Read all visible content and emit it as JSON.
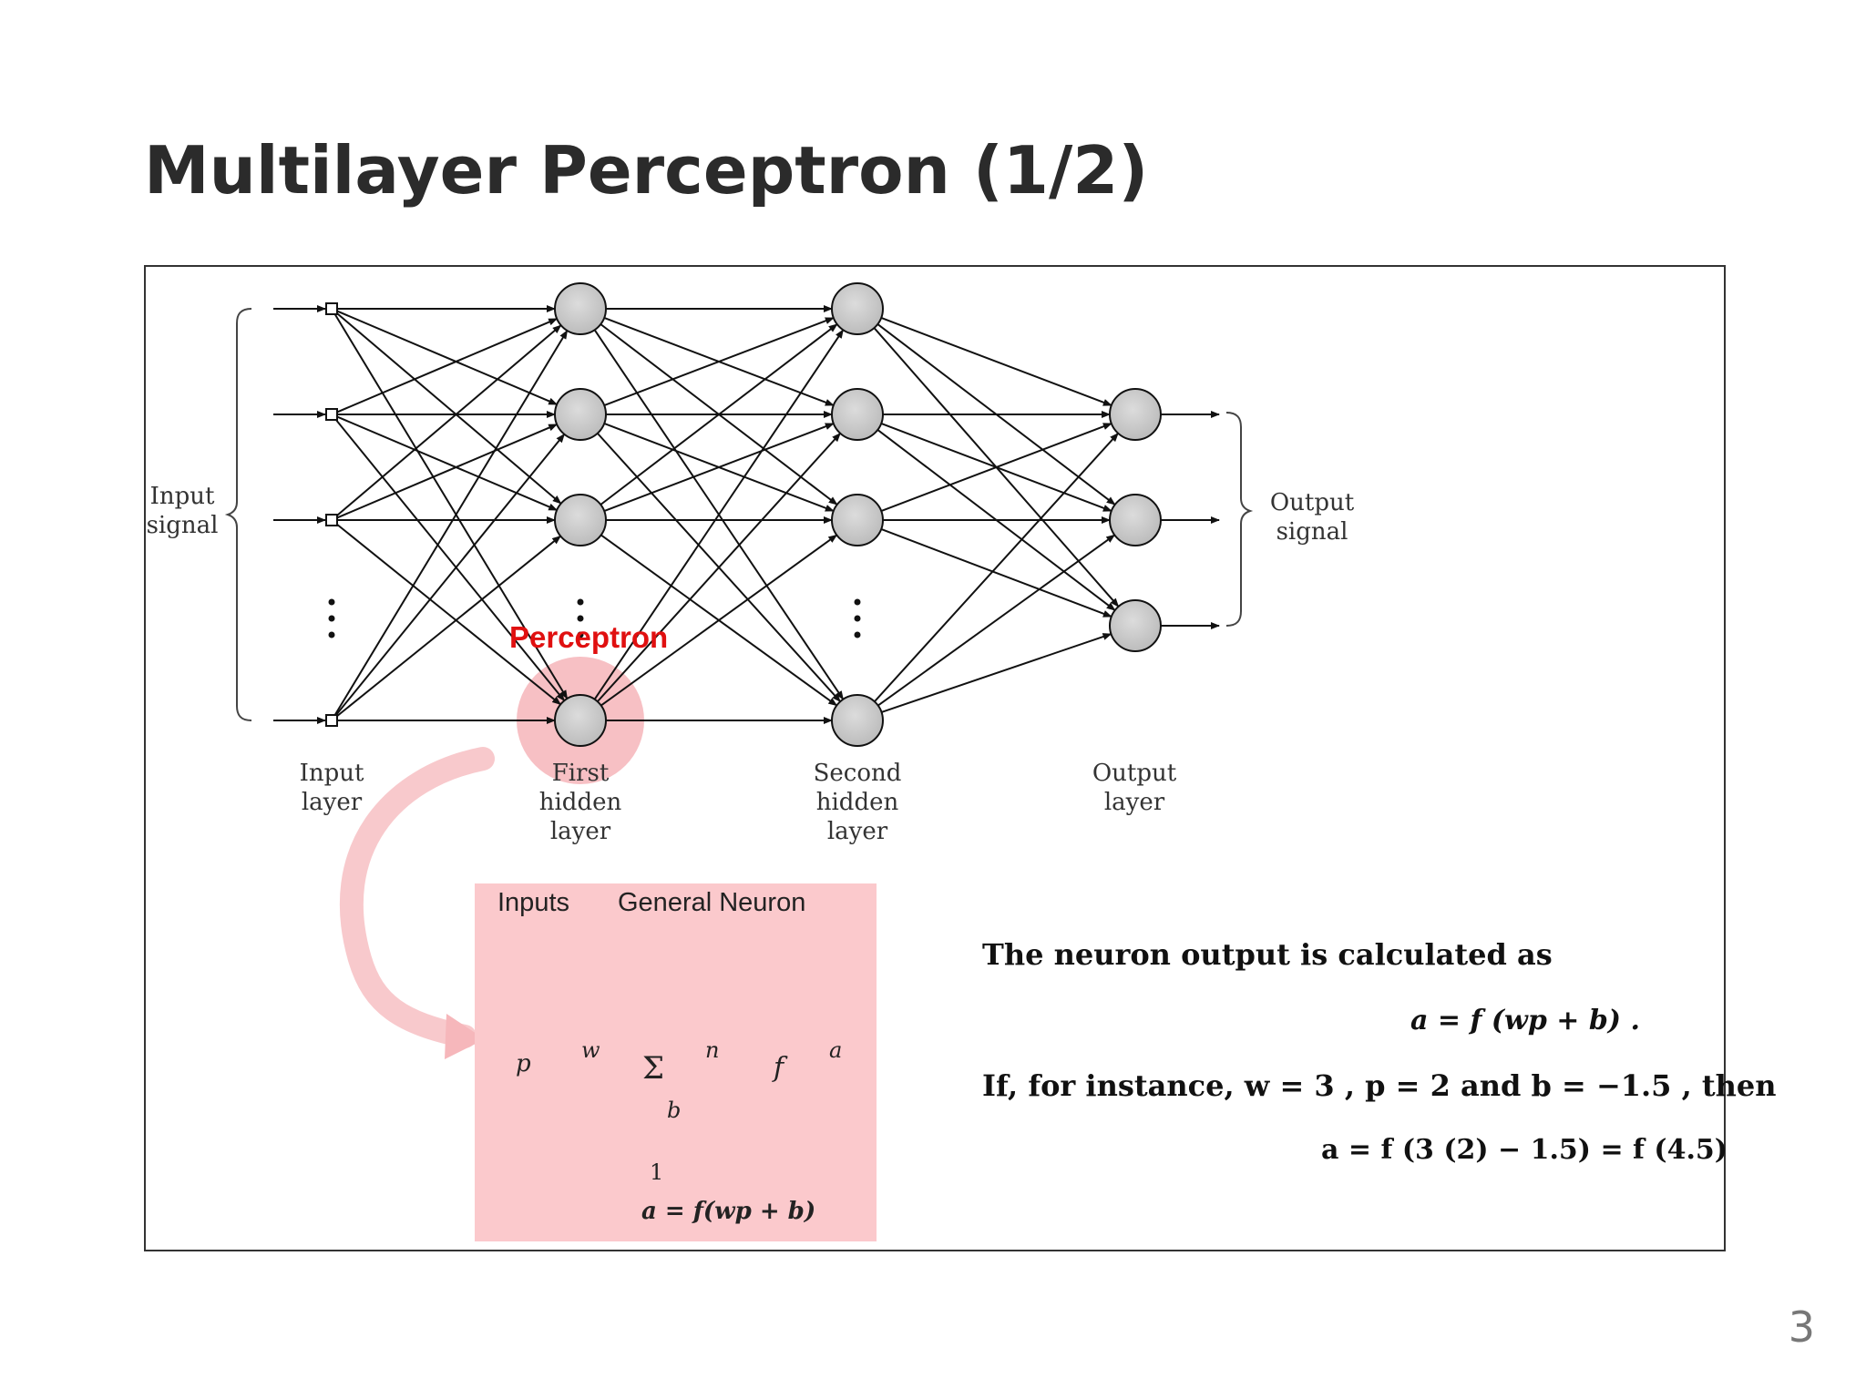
{
  "slide": {
    "title": "Multilayer Perceptron (1/2)",
    "page_number": "3"
  },
  "network": {
    "input_signal_label": "Input\nsignal",
    "output_signal_label": "Output\nsignal",
    "layer_labels": [
      "Input\nlayer",
      "First\nhidden\nlayer",
      "Second\nhidden\nlayer",
      "Output\nlayer"
    ],
    "highlight_label": "Perceptron"
  },
  "neuron_model": {
    "inputs_label": "Inputs",
    "general_neuron_label": "General Neuron",
    "p": "p",
    "w": "w",
    "sum": "Σ",
    "n": "n",
    "f": "f",
    "a": "a",
    "b": "b",
    "one": "1",
    "formula": "a = f(wp + b)"
  },
  "explanation": {
    "line1": "The neuron output is calculated as",
    "eq1": "a  =  f (wp + b) .",
    "line2_prefix": "If, for instance, ",
    "line2_values": "w = 3 , p = 2 and b = −1.5 , then",
    "eq2": "a  =  f (3 (2) − 1.5) =  f (4.5)"
  },
  "colors": {
    "highlight_red": "#e01010",
    "highlight_pink": "#fbc9cc",
    "node_gray": "#c8c8c8"
  }
}
